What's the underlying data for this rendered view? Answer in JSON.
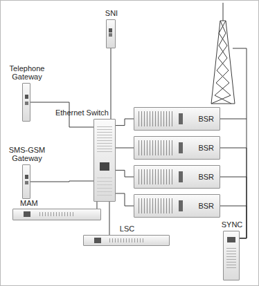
{
  "diagram": {
    "nodes": [
      {
        "text": [
          "SNI"
        ]
      },
      {
        "text": [
          "Telephone Gateway"
        ]
      },
      {
        "text": [
          "Ethernet Switch"
        ]
      },
      {
        "text": [
          "SMS-GSM Gateway"
        ]
      },
      {
        "text": [
          "MAM"
        ]
      },
      {
        "text": [
          "LSC"
        ]
      },
      {
        "text": [
          "BSR"
        ]
      },
      {
        "text": [
          "BSR"
        ]
      },
      {
        "text": [
          "BSR"
        ]
      },
      {
        "text": [
          "BSR"
        ]
      },
      {
        "text": [
          "SYNC"
        ]
      }
    ],
    "edges": [
      {
        "from": 0,
        "to": 2,
        "arrow": "none"
      },
      {
        "from": 1,
        "to": 2,
        "arrow": "none"
      },
      {
        "from": 3,
        "to": 2,
        "arrow": "none"
      },
      {
        "from": 4,
        "to": 2,
        "arrow": "none"
      },
      {
        "from": 5,
        "to": 2,
        "arrow": "none"
      },
      {
        "from": 2,
        "to": 6,
        "arrow": "none"
      },
      {
        "from": 2,
        "to": 7,
        "arrow": "none"
      },
      {
        "from": 2,
        "to": 8,
        "arrow": "none"
      },
      {
        "from": 2,
        "to": 9,
        "arrow": "none"
      },
      {
        "from": 6,
        "to": 10,
        "arrow": "none"
      },
      {
        "from": 7,
        "to": 10,
        "arrow": "none"
      },
      {
        "from": 8,
        "to": 10,
        "arrow": "none"
      },
      {
        "from": 9,
        "to": 10,
        "arrow": "none"
      }
    ]
  }
}
